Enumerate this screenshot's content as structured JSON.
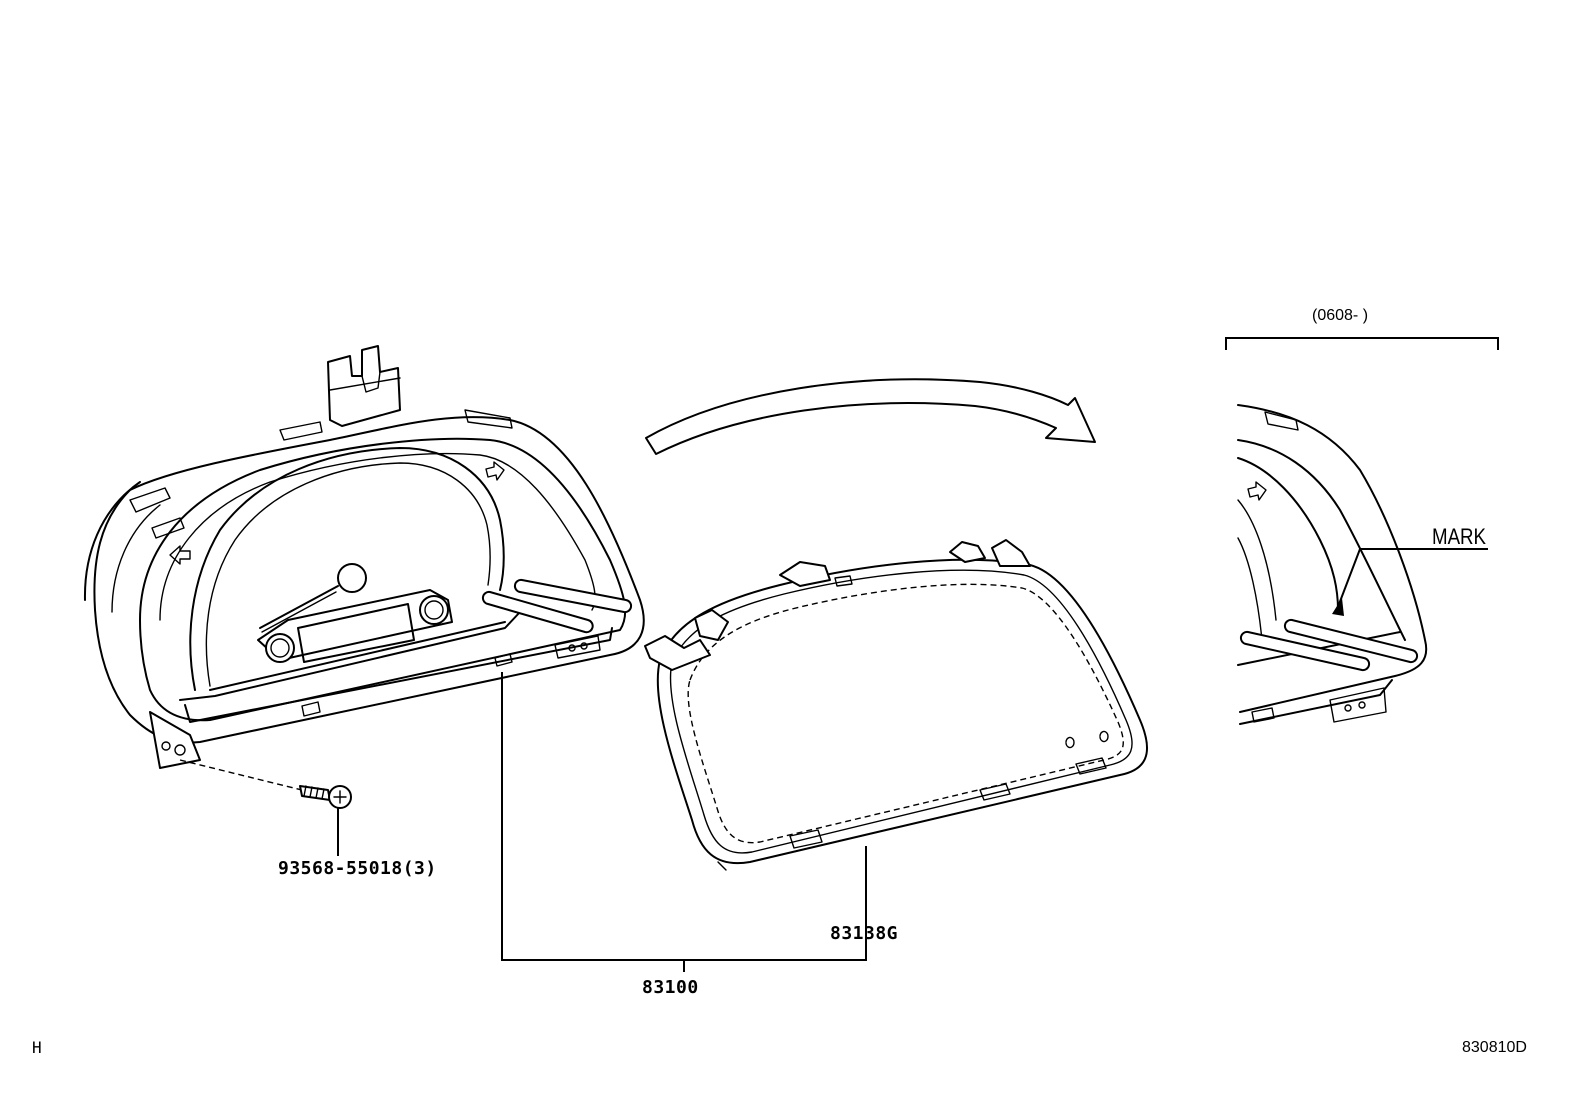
{
  "diagram": {
    "part_labels": {
      "screw": "93568-55018(3)",
      "cluster_assembly": "83100",
      "lens_glass": "83138G"
    },
    "date_range": "(0608-      )",
    "mark_label": "MARK",
    "corner_letter": "H",
    "illustration_id": "830810D"
  }
}
